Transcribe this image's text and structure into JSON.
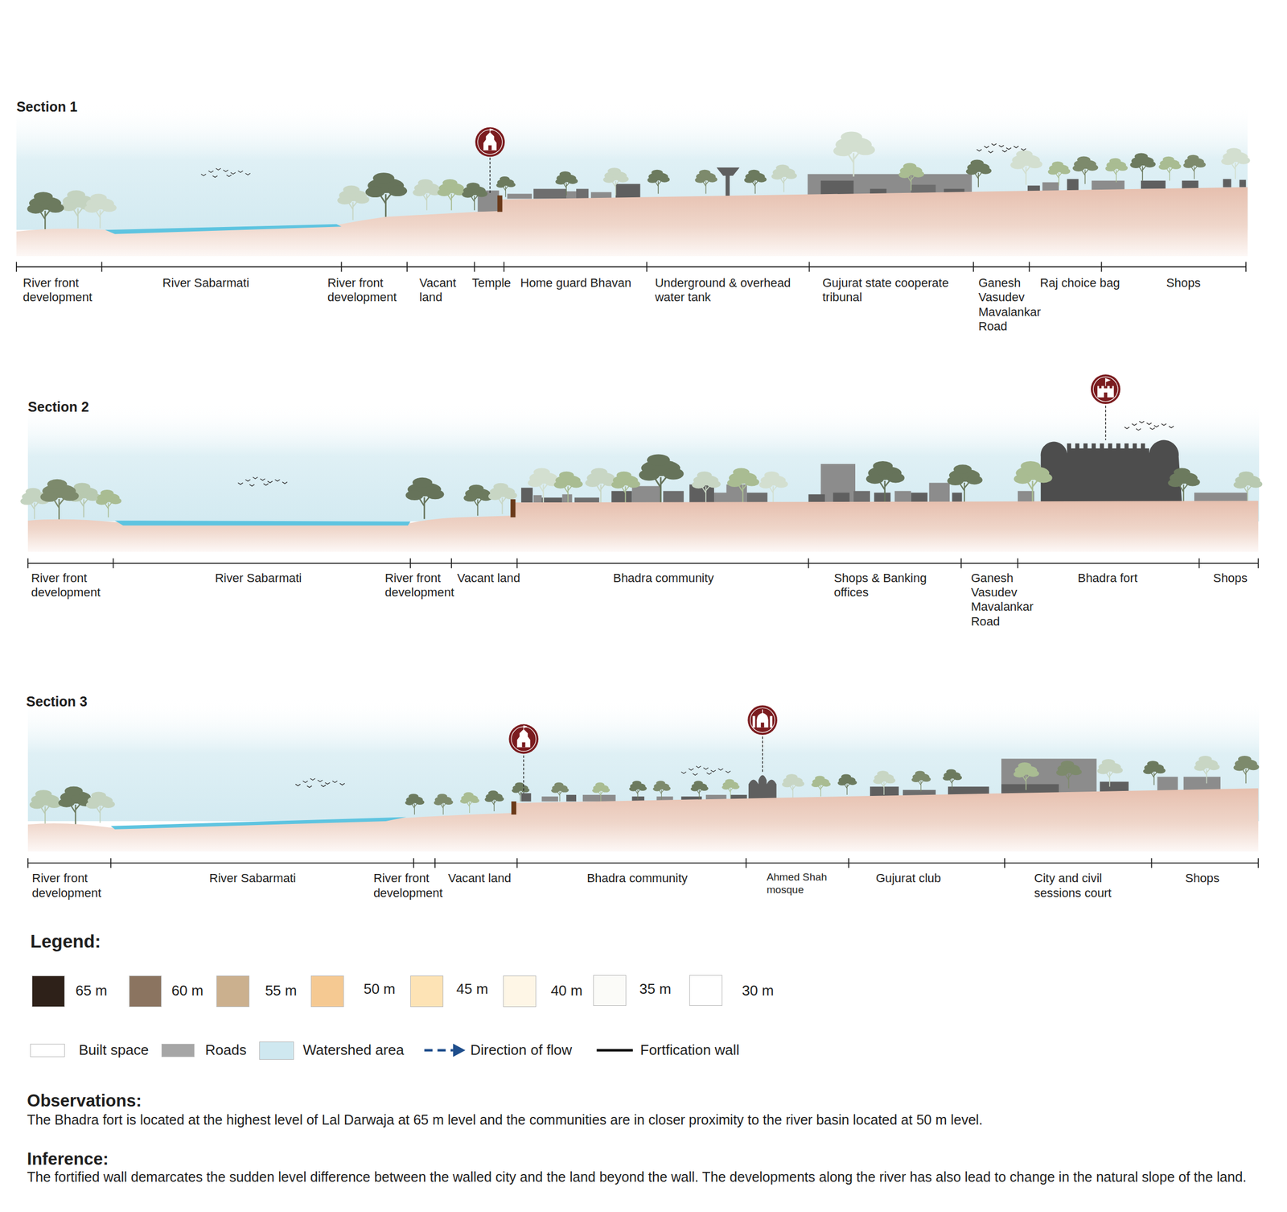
{
  "diagram": {
    "labels": [
      "Section 1",
      "River front development",
      "River Sabarmati",
      "River front development",
      "Vacant land",
      "Temple",
      "Home guard Bhavan",
      "Underground & overhead water tank",
      "Gujurat state cooperate tribunal",
      "Ganesh Vasudev Mavalankar Road",
      "Raj choice bag",
      "Shops",
      "Section 2",
      "River front development",
      "River Sabarmati",
      "River front development",
      "Vacant land",
      "Bhadra community",
      "Shops & Banking offices",
      "Ganesh Vasudev Mavalankar Road",
      "Bhadra fort",
      "Shops",
      "Section 3",
      "River front development",
      "River Sabarmati",
      "River front development",
      "Vacant land",
      "Bhadra community",
      "Ahmed Shah mosque",
      "Gujurat club",
      "City and civil sessions court",
      "Shops",
      "Legend:",
      "Observations:",
      "The Bhadra fort is located at the highest level of Lal Darwaja at 65 m level and the communities are in closer proximity to the river basin located at 50 m level.",
      "Inference:",
      "The fortified wall demarcates the sudden level difference between the walled city and the land beyond the wall. The developments along the river has also lead to change in the natural slope of the land."
    ],
    "legend": [
      {
        "text": "65 m",
        "color": "#2e2119"
      },
      {
        "text": "60 m",
        "color": "#8b7460"
      },
      {
        "text": "55 m",
        "color": "#cbb08e"
      },
      {
        "text": "50 m",
        "color": "#f5c992"
      },
      {
        "text": "45 m",
        "color": "#fde3b5"
      },
      {
        "text": "40 m",
        "color": "#fef6e6"
      },
      {
        "text": "35 m",
        "color": "#fbfbf8"
      },
      {
        "text": "30 m",
        "color": "#ffffff"
      },
      {
        "text": "Built space",
        "color": "#ffffff"
      },
      {
        "text": "Roads",
        "color": "#a6a6a6"
      },
      {
        "text": "Watershed area",
        "color": "#cfe8f0"
      },
      {
        "text": "Direction of flow"
      },
      {
        "text": "Fortfication wall"
      }
    ]
  }
}
